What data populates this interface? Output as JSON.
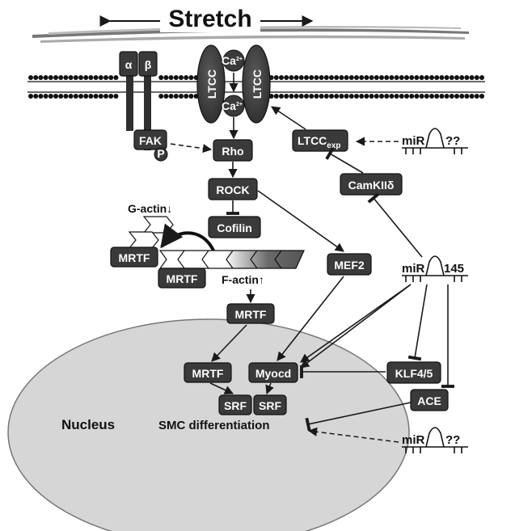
{
  "labels": {
    "stretch": "Stretch",
    "integrin_alpha": "α",
    "integrin_beta": "β",
    "ltcc_left": "LTCC",
    "ltcc_right": "LTCC",
    "ca_top": "Ca",
    "ca_bottom": "Ca",
    "ca_sup": "2+",
    "fak": "FAK",
    "phospho": "P",
    "rho": "Rho",
    "rock": "ROCK",
    "cofilin": "Cofilin",
    "g_actin": "G-actin↓",
    "f_actin": "F-actin↑",
    "mrtf_1": "MRTF",
    "mrtf_2": "MRTF",
    "mrtf_3": "MRTF",
    "mrtf_nuc": "MRTF",
    "mef2": "MEF2",
    "myocd": "Myocd",
    "srf_1": "SRF",
    "srf_2": "SRF",
    "ltcc_exp": "LTCC",
    "ltcc_exp_sub": "exp",
    "camkii": "CamKIIδ",
    "mir_top": "miR",
    "mir_top_suffix": "??",
    "mir_145": "miR",
    "mir_145_suffix": "145",
    "mir_bottom": "miR",
    "mir_bottom_suffix": "??",
    "klf": "KLF4/5",
    "ace": "ACE",
    "nucleus": "Nucleus",
    "smc_diff": "SMC differentiation"
  },
  "colors": {
    "box": "#3a3a3a",
    "nucleus": "#d6d6d6"
  }
}
